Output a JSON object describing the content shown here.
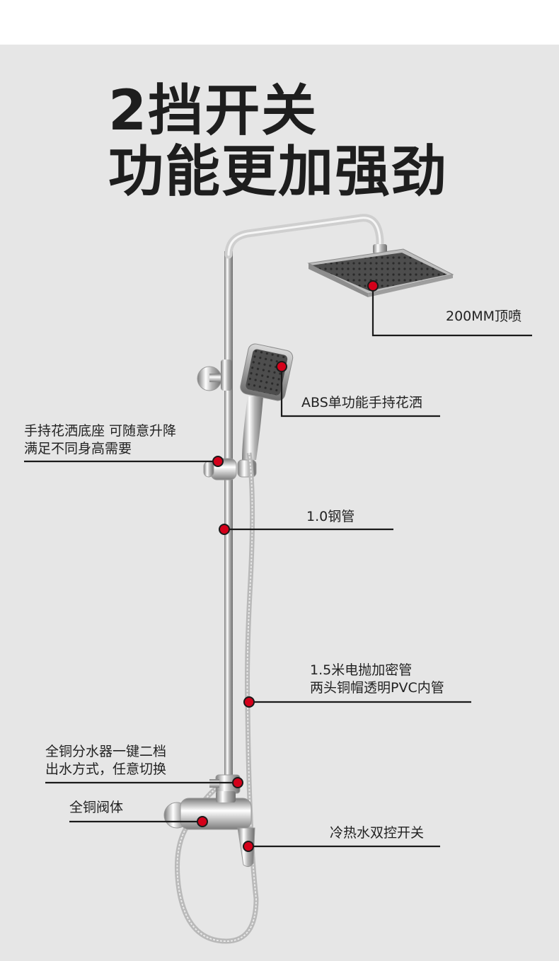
{
  "headline": {
    "line1": "2挡开关",
    "line2": "功能更加强劲"
  },
  "callouts": {
    "top_shower": "200MM顶喷",
    "hand_shower": "ABS单功能手持花洒",
    "holder_line1": "手持花洒底座 可随意升降",
    "holder_line2": "满足不同身高需要",
    "pipe": "1.0钢管",
    "hose_line1": "1.5米电抛加密管",
    "hose_line2": "两头铜帽透明PVC内管",
    "diverter_line1": "全铜分水器一键二档",
    "diverter_line2": "出水方式，任意切换",
    "valve_body": "全铜阀体",
    "switch": "冷热水双控开关"
  },
  "colors": {
    "background": "#e6e6e6",
    "callout_dot": "#d4001a",
    "leader_line": "#1a1a1a",
    "headline": "#1e1e1e"
  }
}
